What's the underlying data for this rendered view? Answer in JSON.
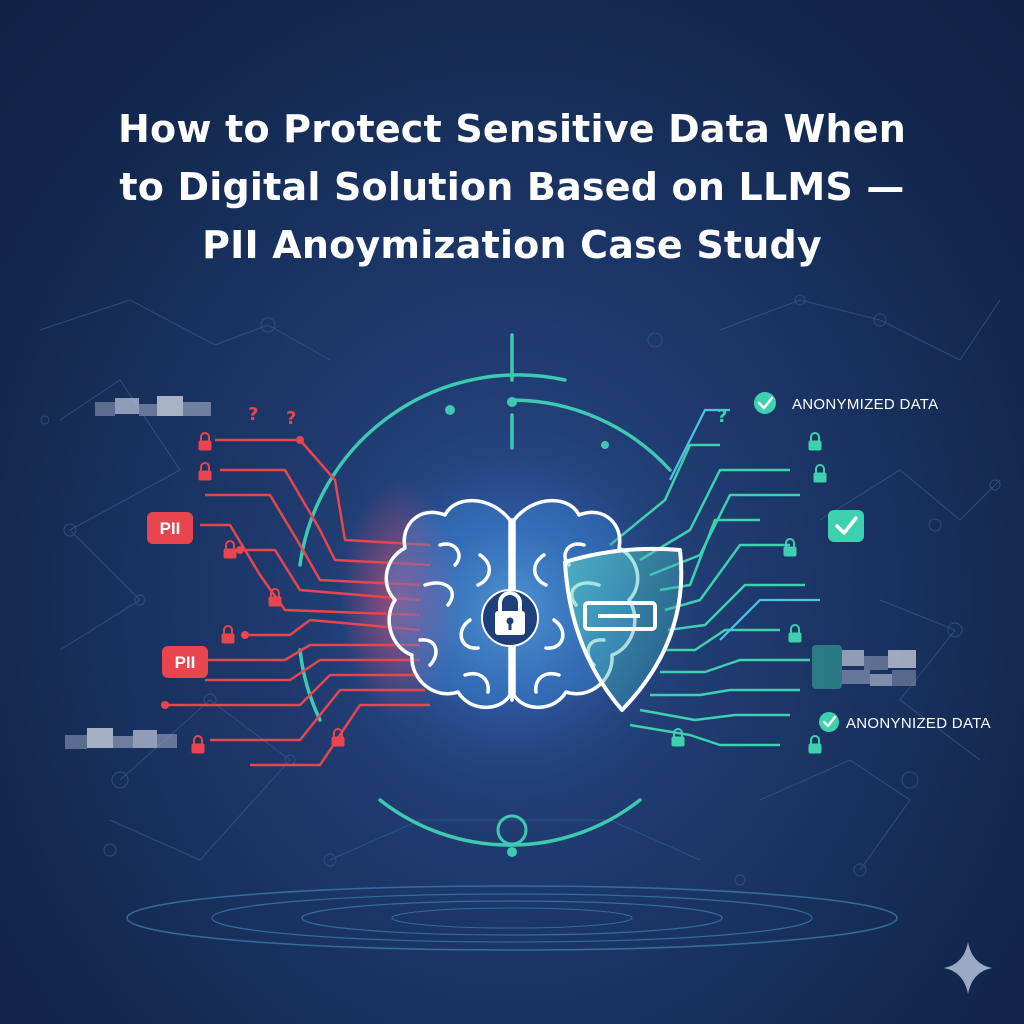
{
  "title_lines": [
    "How to Protect Sensitive Data When",
    "to Digital Solution Based on LLMS —",
    "PII Anoymization Case Study"
  ],
  "tags": {
    "pii_top": "PII",
    "pii_bottom": "PII"
  },
  "labels": {
    "anonymized_top": "ANONYMIZED DATA",
    "anonymized_bottom": "ANONYNIZED DATA"
  },
  "marks": {
    "question": "?"
  },
  "icons": [
    "brain-icon",
    "padlock-icon",
    "shield-icon",
    "check-icon",
    "sparkle-icon"
  ],
  "colors": {
    "background": "#13284f",
    "pii_red": "#e8454f",
    "anonymized_teal": "#3fd0b0",
    "accent_cyan": "#4fc3e8",
    "text": "#ffffff"
  }
}
